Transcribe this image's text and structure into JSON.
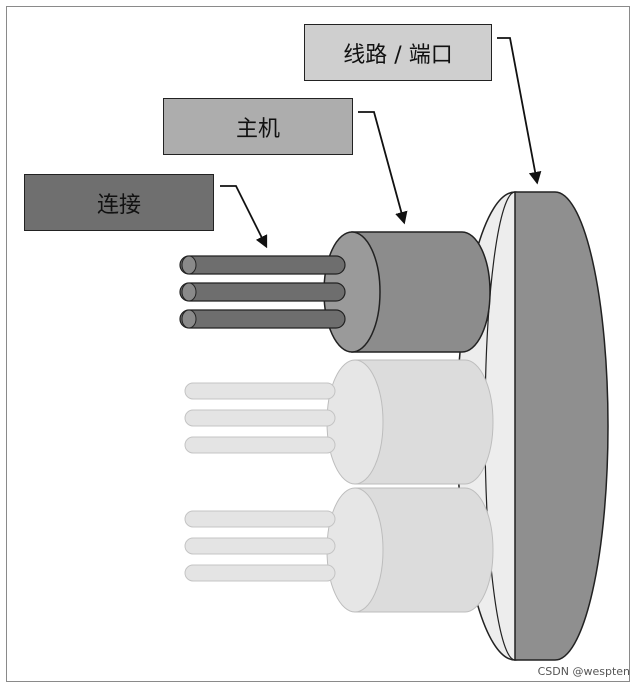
{
  "labels": {
    "line_port": "线路 / 端口",
    "host": "主机",
    "connection": "连接"
  },
  "watermark": "CSDN @wespten",
  "colors": {
    "port_face": "#8f8f8f",
    "port_rim": "#ededed",
    "host_active": "#8c8c8c",
    "host_inactive": "#dcdcdc",
    "conn_active": "#6e6e6e",
    "conn_inactive": "#e4e4e4"
  }
}
